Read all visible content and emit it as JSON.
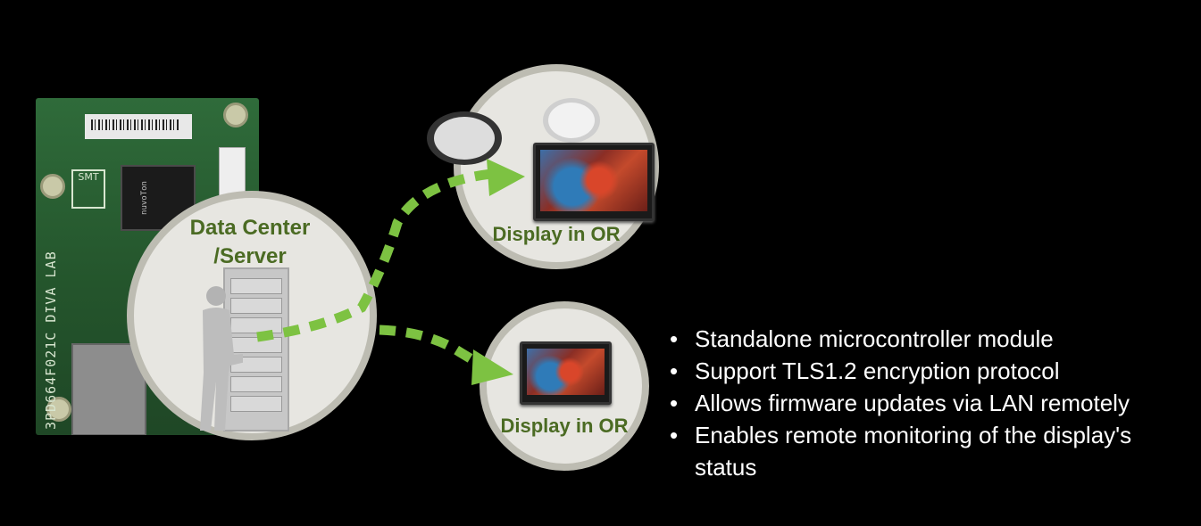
{
  "server": {
    "label_line1": "Data Center",
    "label_line2": "/Server"
  },
  "displays": [
    {
      "label": "Display in OR"
    },
    {
      "label": "Display in OR"
    }
  ],
  "board": {
    "vertical_text": "3PD664F021C DIVA LAB",
    "chip_text": "nuvoTon",
    "smt_text": "SMT"
  },
  "bullets": [
    "Standalone microcontroller module",
    "Support TLS1.2 encryption protocol",
    "Allows firmware updates via LAN remotely",
    "Enables remote monitoring of the display's status"
  ],
  "colors": {
    "background": "#000000",
    "circle_fill": "#e7e6e1",
    "circle_border": "#bdbcb2",
    "label_green": "#4b6b23",
    "arrow_green": "#7dc242",
    "pcb_green": "#2f6b3a"
  },
  "icons": {
    "board": "microcontroller-board-icon",
    "server": "server-rack-icon",
    "person": "technician-icon",
    "monitor": "medical-monitor-icon",
    "lamp": "surgical-lamp-icon",
    "arrow": "dotted-arrow-icon"
  }
}
